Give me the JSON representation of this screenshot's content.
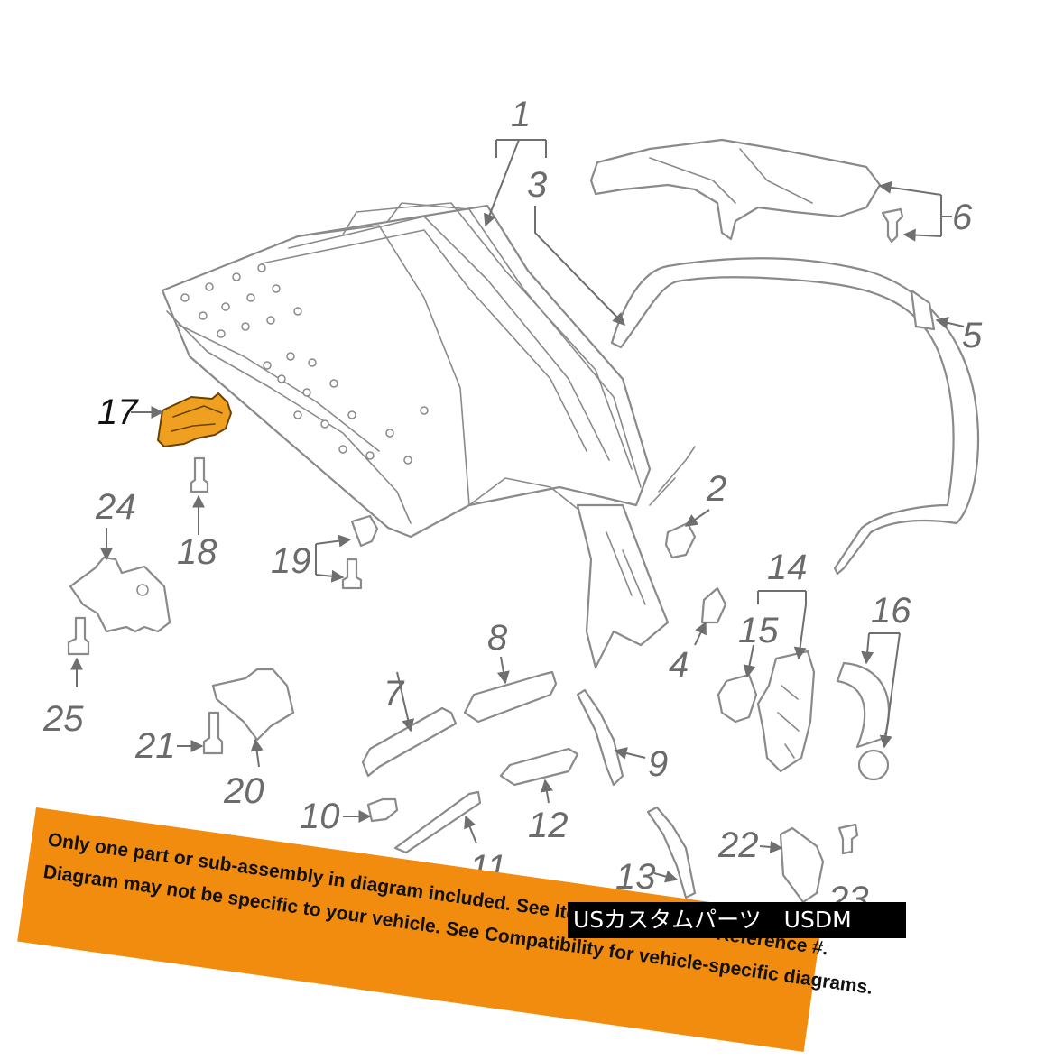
{
  "callouts": {
    "c1": "1",
    "c2": "2",
    "c3": "3",
    "c4": "4",
    "c5": "5",
    "c6": "6",
    "c7": "7",
    "c8": "8",
    "c9": "9",
    "c10": "10",
    "c11": "11",
    "c12": "12",
    "c13": "13",
    "c14": "14",
    "c15": "15",
    "c16": "16",
    "c17": "17",
    "c18": "18",
    "c19": "19",
    "c20": "20",
    "c21": "21",
    "c22": "22",
    "c23": "23",
    "c24": "24",
    "c25": "25"
  },
  "highlighted_part": "17",
  "colors": {
    "highlight": "#f0a020",
    "banner": "#f28c0f",
    "line": "#8a8a8a"
  },
  "banner": {
    "line1": "Only one part or sub-assembly in diagram included. See Item Specifics for Reference #.",
    "line2": "Diagram may not be specific to your vehicle. See Compatibility for vehicle-specific diagrams."
  },
  "watermark": {
    "text": "USカスタムパーツ　USDM"
  }
}
